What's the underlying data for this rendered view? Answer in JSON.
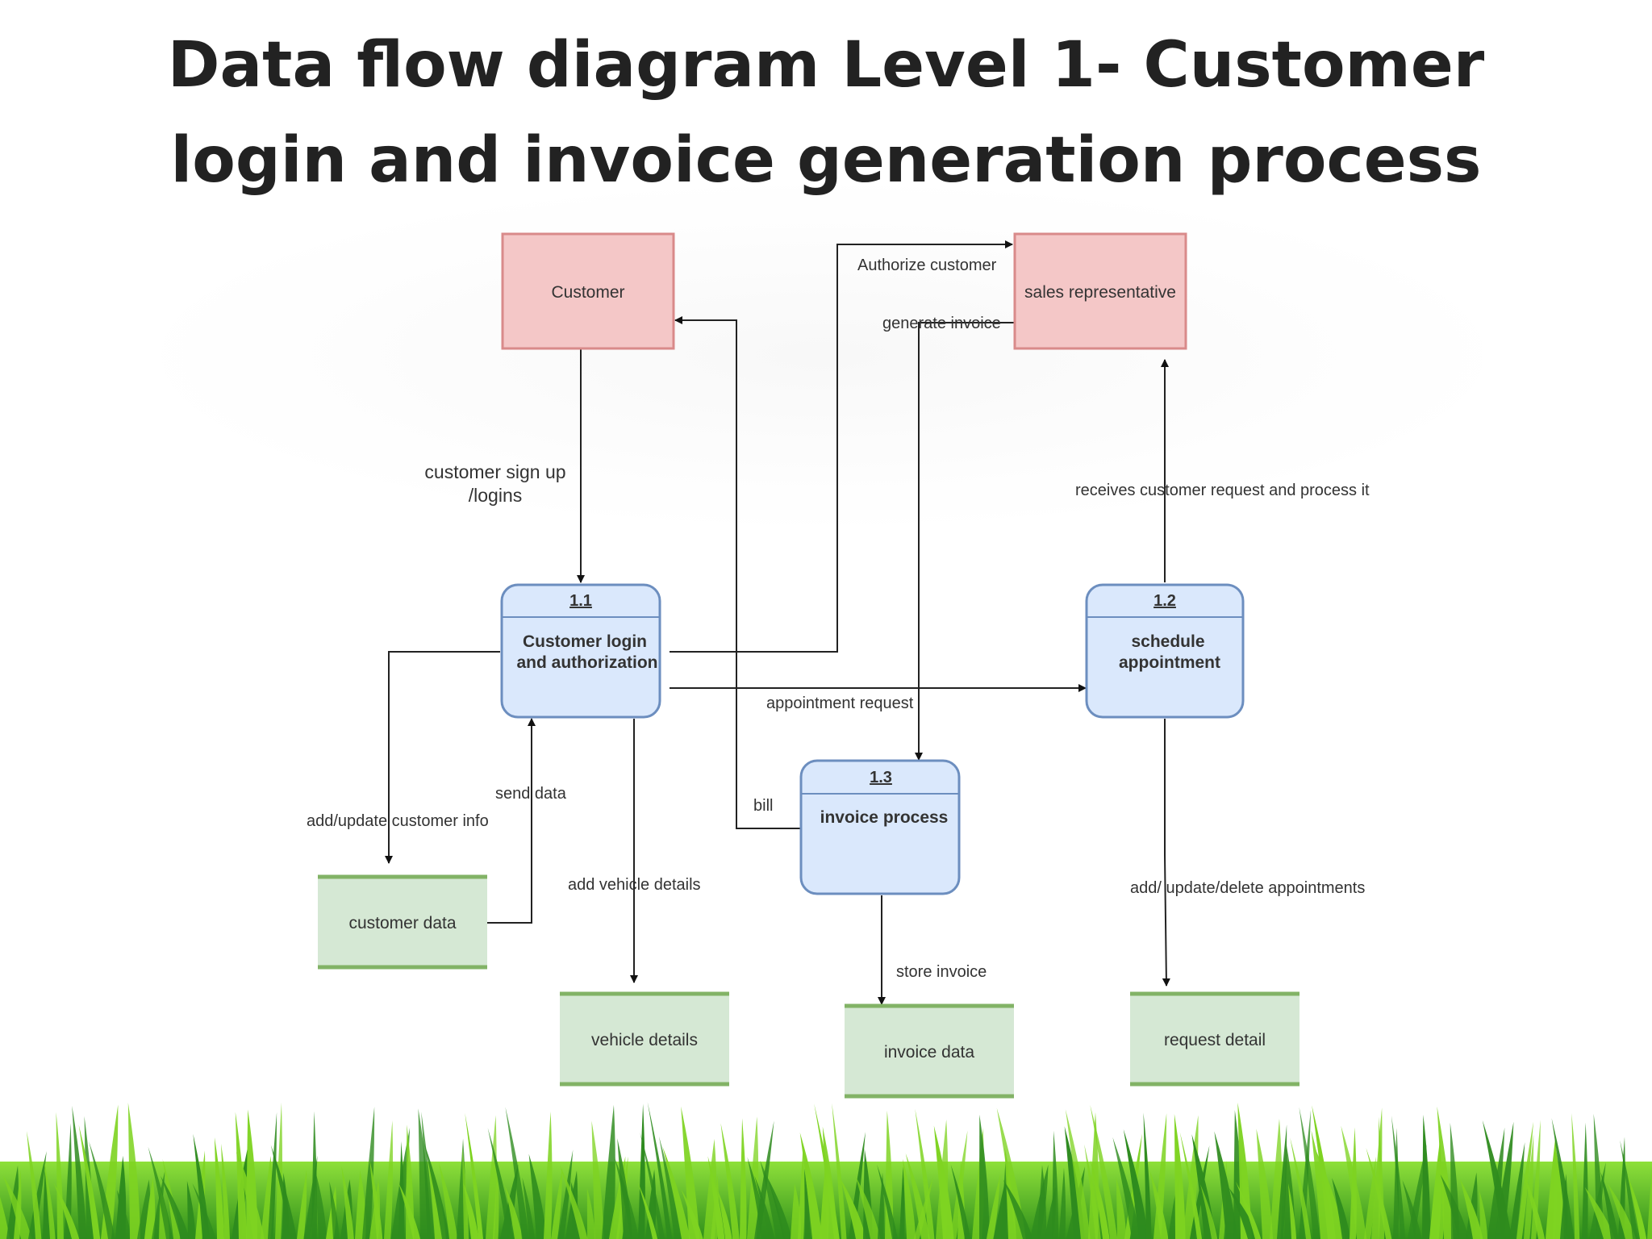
{
  "title": {
    "line1": "Data flow diagram Level 1-  Customer",
    "line2": "login and invoice generation process"
  },
  "entities": {
    "customer": "Customer",
    "sales_rep": "sales representative"
  },
  "processes": {
    "p11": {
      "id": "1.1",
      "line1": "Customer login",
      "line2": "and authorization"
    },
    "p12": {
      "id": "1.2",
      "line1": "schedule",
      "line2": "appointment"
    },
    "p13": {
      "id": "1.3",
      "line1": "invoice process"
    }
  },
  "stores": {
    "customer_data": "customer data",
    "vehicle_details": "vehicle details",
    "invoice_data": "invoice data",
    "request_detail": "request detail"
  },
  "flows": {
    "signup_line1": "customer sign up",
    "signup_line2": "/logins",
    "authorize": "Authorize customer",
    "generate_invoice": "generate invoice",
    "receives_request": "receives customer request and process it",
    "appointment_request": "appointment request",
    "send_data": "send data",
    "add_update_customer": "add/update customer info",
    "bill": "bill",
    "add_vehicle": "add vehicle details",
    "store_invoice": "store invoice",
    "add_update_delete": "add/ update/delete appointments"
  },
  "colors": {
    "entity_fill": "#f4c7c7",
    "entity_stroke": "#d98a8a",
    "process_fill": "#dae8fc",
    "process_stroke": "#6c8ebf",
    "store_fill": "#d5e8d4",
    "store_stroke": "#82b366",
    "grass_dark": "#2e8b1e",
    "grass_light": "#7ed321"
  }
}
